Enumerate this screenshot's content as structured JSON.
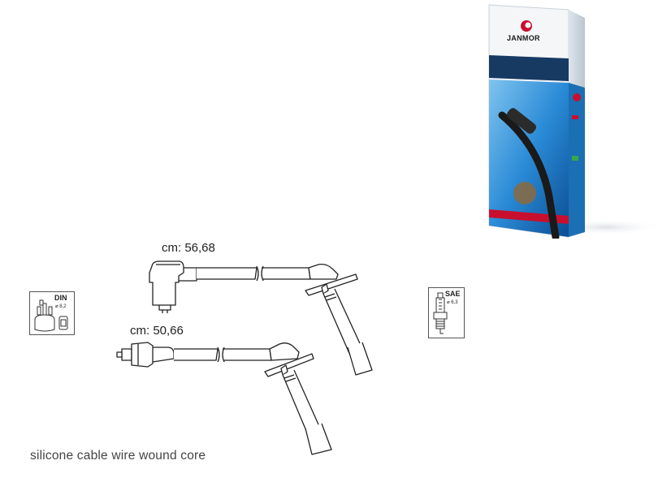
{
  "cable_labels": {
    "long_cable": "cm: 56,68",
    "short_cable": "cm: 50,66"
  },
  "caption": "silicone cable wire wound core",
  "din_badge": {
    "title": "DIN",
    "subtitle": "⌀ 8,2"
  },
  "sae_badge": {
    "title": "SAE",
    "subtitle": "⌀ 6,3"
  },
  "product_box": {
    "brand": "JANMOR",
    "brand_color": "#c8102e",
    "accent_color": "#1a6fb5"
  }
}
